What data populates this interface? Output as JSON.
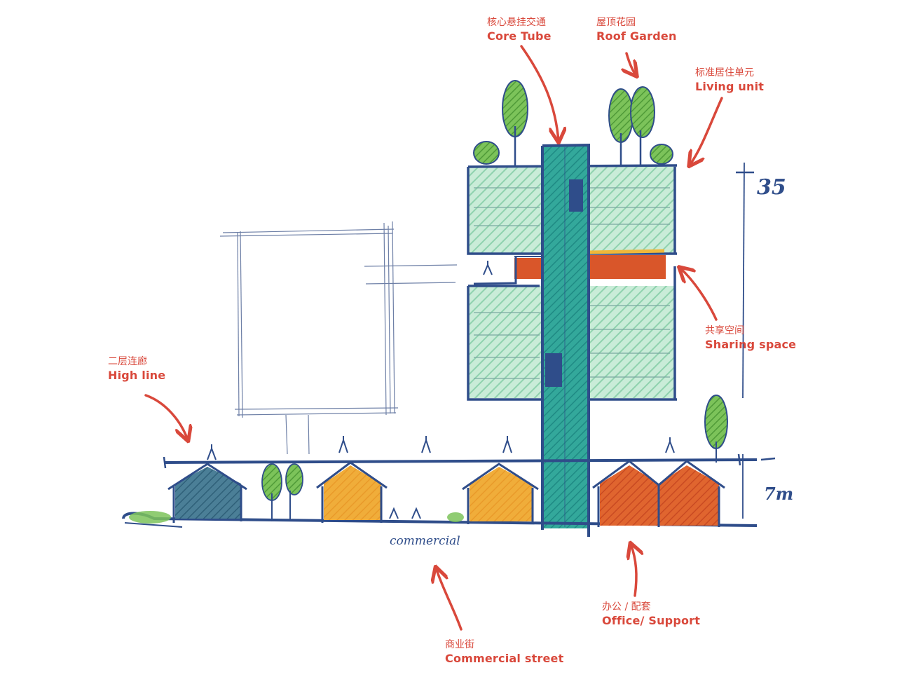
{
  "labels": {
    "core_tube": {
      "zh": "核心悬挂交通",
      "en": "Core Tube"
    },
    "roof_garden": {
      "zh": "屋顶花园",
      "en": "Roof Garden"
    },
    "living_unit": {
      "zh": "标准居住单元",
      "en": "Living unit"
    },
    "sharing_space": {
      "zh": "共享空间",
      "en": "Sharing space"
    },
    "high_line": {
      "zh": "二层连廊",
      "en": "High line"
    },
    "office_support": {
      "zh": "办公 / 配套",
      "en": "Office/ Support"
    },
    "commercial_street": {
      "zh": "商业街",
      "en": "Commercial street"
    }
  },
  "handwritten": {
    "height_top": "35",
    "height_base": "7m",
    "street_note": "commercial"
  },
  "colors": {
    "label_red": "#d9483b",
    "ink_blue": "#2f4d8a",
    "core_teal": "#2fa59a",
    "unit_green": "#a9dcc1",
    "shared_orange": "#d9562a",
    "shop_yellow": "#f0ad3a",
    "shop_blue": "#3c6e8a",
    "tree_green": "#6aae4a"
  }
}
